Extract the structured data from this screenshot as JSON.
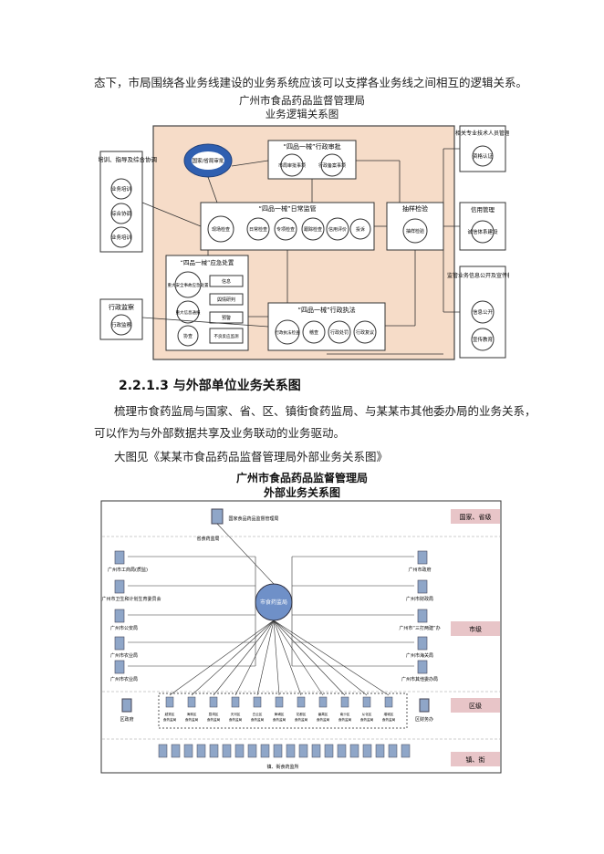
{
  "text": {
    "p1": "态下，市局围绕各业务线建设的业务系统应该可以支撑各业务线之间相互的逻辑关系。",
    "heading": "2.2.1.3 与外部单位业务关系图",
    "p2a": "梳理市食药监局与国家、省、区、镇街食药监局、与某某市其他委办局的业务关系，",
    "p2b": "可以作为与外部数据共享及业务联动的业务驱动。",
    "p3": "大图见《某某市食品药品监督管理局外部业务关系图》"
  },
  "diagram1": {
    "title_line1": "广州市食品药品监督管理局",
    "title_line2": "业务逻辑关系图",
    "left_box1_title": "业务培训、指导及综合协调",
    "left_box1_items": [
      "业务培训",
      "综合协调",
      "业务培训"
    ],
    "left_box2_title": "行政监察",
    "left_box2_item": "行政监察",
    "cloud": "国家/省局审批",
    "admin_approval_title": "“四品一械”行政审批",
    "admin_approval_items": [
      "市局审批事项",
      "行政备案事项"
    ],
    "daily_title": "“四品一械”日常监管",
    "daily_items": [
      "日常检查",
      "专项检查",
      "跟踪检查",
      "信用评价",
      "投诉"
    ],
    "field_check": "现场检查",
    "sampling_title": "抽样检验",
    "sampling_item": "抽样检验",
    "emergency_title": "“四品一械”应急处置",
    "emergency_items": [
      "重大安全事故应急处置",
      "重大信息通报",
      "协查"
    ],
    "emergency_right": [
      "信息",
      "舆情研判",
      "预警",
      "不良反应监测"
    ],
    "enforce_title": "“四品一械”行政执法",
    "enforce_items": [
      "行政执法检查",
      "稽查",
      "行政处罚",
      "行政复议"
    ],
    "right_box1_title": "相关专业技术人员管理",
    "right_box1_item": "资格认证",
    "right_box2_title": "信用管理",
    "right_box2_item": "诚信体系建设",
    "right_box3_title": "监管业务信息公开及宣传教育",
    "right_box3_items": [
      "信息公开",
      "宣传教育"
    ]
  },
  "diagram2": {
    "title_line1": "广州市食品药品监督管理局",
    "title_line2": "外部业务关系图",
    "bands": [
      "国家、省级",
      "市级",
      "区级",
      "镇、街"
    ],
    "national": "国家食品药品监督管理局",
    "province": "省食药监局",
    "center": "市食药监局",
    "left_nodes": [
      "广州市工商局(质监)",
      "广州市卫生和计划生育委员会",
      "广州市公安局",
      "广州市农业局",
      "广州市农业局"
    ],
    "right_nodes": [
      "广州市政府",
      "广州市财政局",
      "广州市“三打两建”办",
      "广州市海关局",
      "广州市其他委办局"
    ],
    "district_gov": "区政府",
    "district_finance": "区财务办",
    "districts": [
      "越秀区食药监局",
      "海珠区食药监局",
      "荔湾区食药监局",
      "天河区食药监局",
      "白云区食药监局",
      "黄埔区食药监局",
      "花都区食药监局",
      "番禺区食药监局",
      "南沙区食药监局",
      "从化区食药监局",
      "增城区食药监局"
    ],
    "town": "镇、街食药监所"
  },
  "colors": {
    "diagram1_bg": "#f6dcc8",
    "diagram1_border": "#444444",
    "band": "#e8c5c8",
    "cloud": "#2f5fb0",
    "line": "#333333"
  }
}
